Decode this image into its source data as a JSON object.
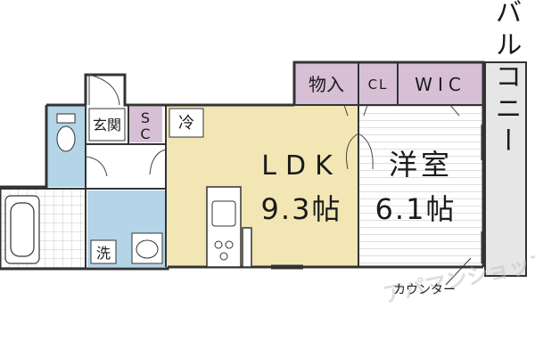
{
  "rooms": {
    "ldk_name": "LDK",
    "ldk_size": "9.3帖",
    "western_name": "洋室",
    "western_size": "6.1帖",
    "balcony": "バルコニー",
    "storage": "物入",
    "closet": "CL",
    "walk_in": "WIC",
    "entrance": "玄関",
    "shoe_closet_top": "S",
    "shoe_closet_bottom": "C",
    "fridge": "冷",
    "washer": "洗",
    "counter": "カウンター"
  },
  "watermark": "アパマンショップ",
  "colors": {
    "ldk_fill": "#f2e6b4",
    "storage_fill": "#d7bfd6",
    "water_fill": "#b4d4e8",
    "balcony_fill": "#e6e6e6",
    "wall": "#333333"
  }
}
